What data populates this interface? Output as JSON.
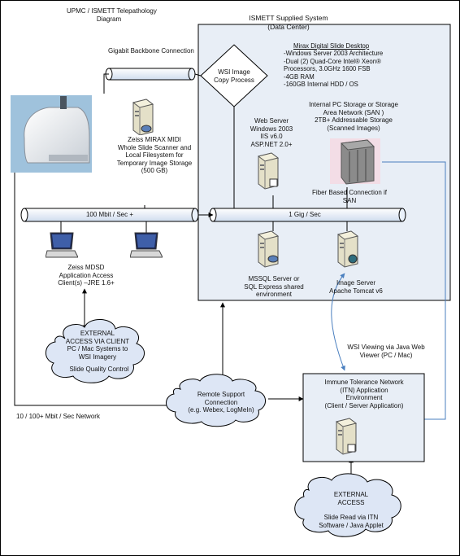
{
  "diagram": {
    "title": [
      "UPMC / ISMETT Telepathology",
      "Diagram"
    ],
    "datacenter_title": [
      "ISMETT Supplied System",
      "(Data Center)"
    ],
    "backbone_label": "Gigabit Backbone Connection",
    "wsi_copy": [
      "WSI Image",
      "Copy Process"
    ],
    "mirax_desktop": {
      "heading": "Mirax Digital Slide Desktop",
      "lines": [
        "-Windows Server 2003 Architecture",
        "-Dual (2) Quad-Core   Intel® Xeon®",
        "Processors, 3.0GHz 1600 FSB",
        "-4GB RAM",
        "-160GB Internal HDD / OS"
      ]
    },
    "storage": [
      "Internal PC Storage or Storage",
      "Area Network (SAN )",
      "2TB+ Addressable Storage",
      "(Scanned Images)"
    ],
    "scanner_label": [
      "Zeiss MIRAX MIDI",
      "Whole Slide Scanner and",
      "Local Filesystem for",
      "Temporary Image Storage",
      "(500 GB)"
    ],
    "web_server": [
      "Web Server",
      "Windows 2003",
      "IIS v6.0",
      "ASP.NET 2.0+"
    ],
    "fiber": [
      "Fiber Based Connection if",
      "SAN"
    ],
    "net_100": "100 Mbit / Sec +",
    "net_1gig": "1 Gig / Sec",
    "mssql": [
      "MSSQL Server or",
      "SQL Express shared",
      "environment"
    ],
    "image_server": [
      "Image Server",
      "Apache Tomcat v6"
    ],
    "mdsd": [
      "Zeiss MDSD",
      "Application Access",
      "Client(s) –JRE 1.6+"
    ],
    "external_client": [
      "EXTERNAL",
      "ACCESS VIA CLIENT",
      "PC / Mac Systems to",
      "WSI Imagery"
    ],
    "slide_qc": "Slide Quality Control",
    "wsi_viewing": [
      "WSI Viewing via Java Web",
      "Viewer (PC / Mac)"
    ],
    "itn": [
      "Immune Tolerance Network",
      "(ITN) Application",
      "Environment",
      "(Client / Server Application)"
    ],
    "remote_support": [
      "Remote Support",
      "Connection",
      "(e.g. Webex, LogMeIn)"
    ],
    "network_label": "10 / 100+ Mbit / Sec Network",
    "external2": [
      "EXTERNAL",
      "ACCESS"
    ],
    "external2_sub": [
      "Slide Read via ITN",
      "Software / Java Applet"
    ],
    "colors": {
      "datacenter_fill": "#e8eef6",
      "cloud_fill": "#dde6f5",
      "pipe_fill": "#eaf1fb",
      "line": "#000000",
      "link_blue": "#4a7fbf"
    }
  }
}
